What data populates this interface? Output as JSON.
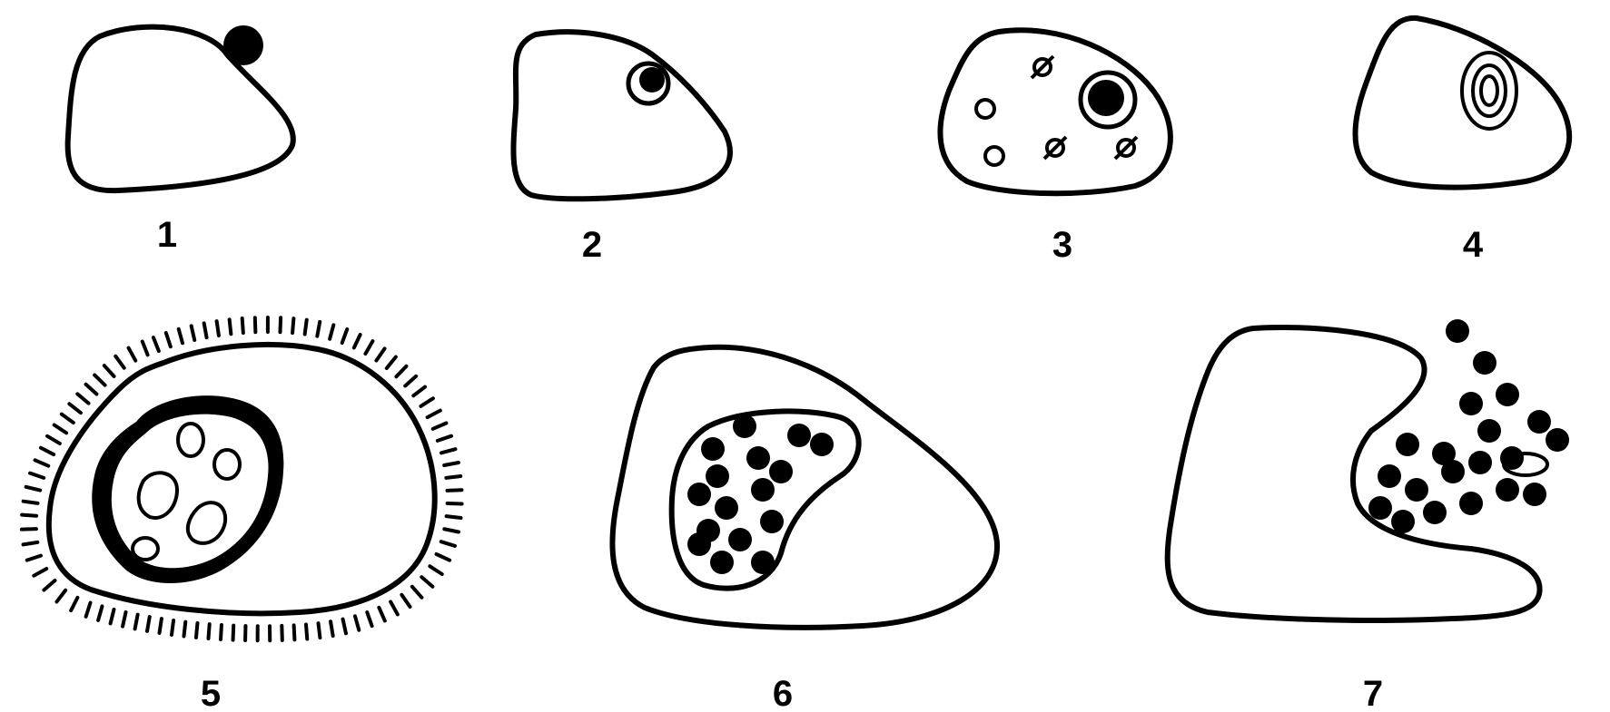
{
  "figure": {
    "panels": [
      {
        "label": "1"
      },
      {
        "label": "2"
      },
      {
        "label": "3"
      },
      {
        "label": "4"
      },
      {
        "label": "5"
      },
      {
        "label": "6"
      },
      {
        "label": "7"
      }
    ]
  }
}
